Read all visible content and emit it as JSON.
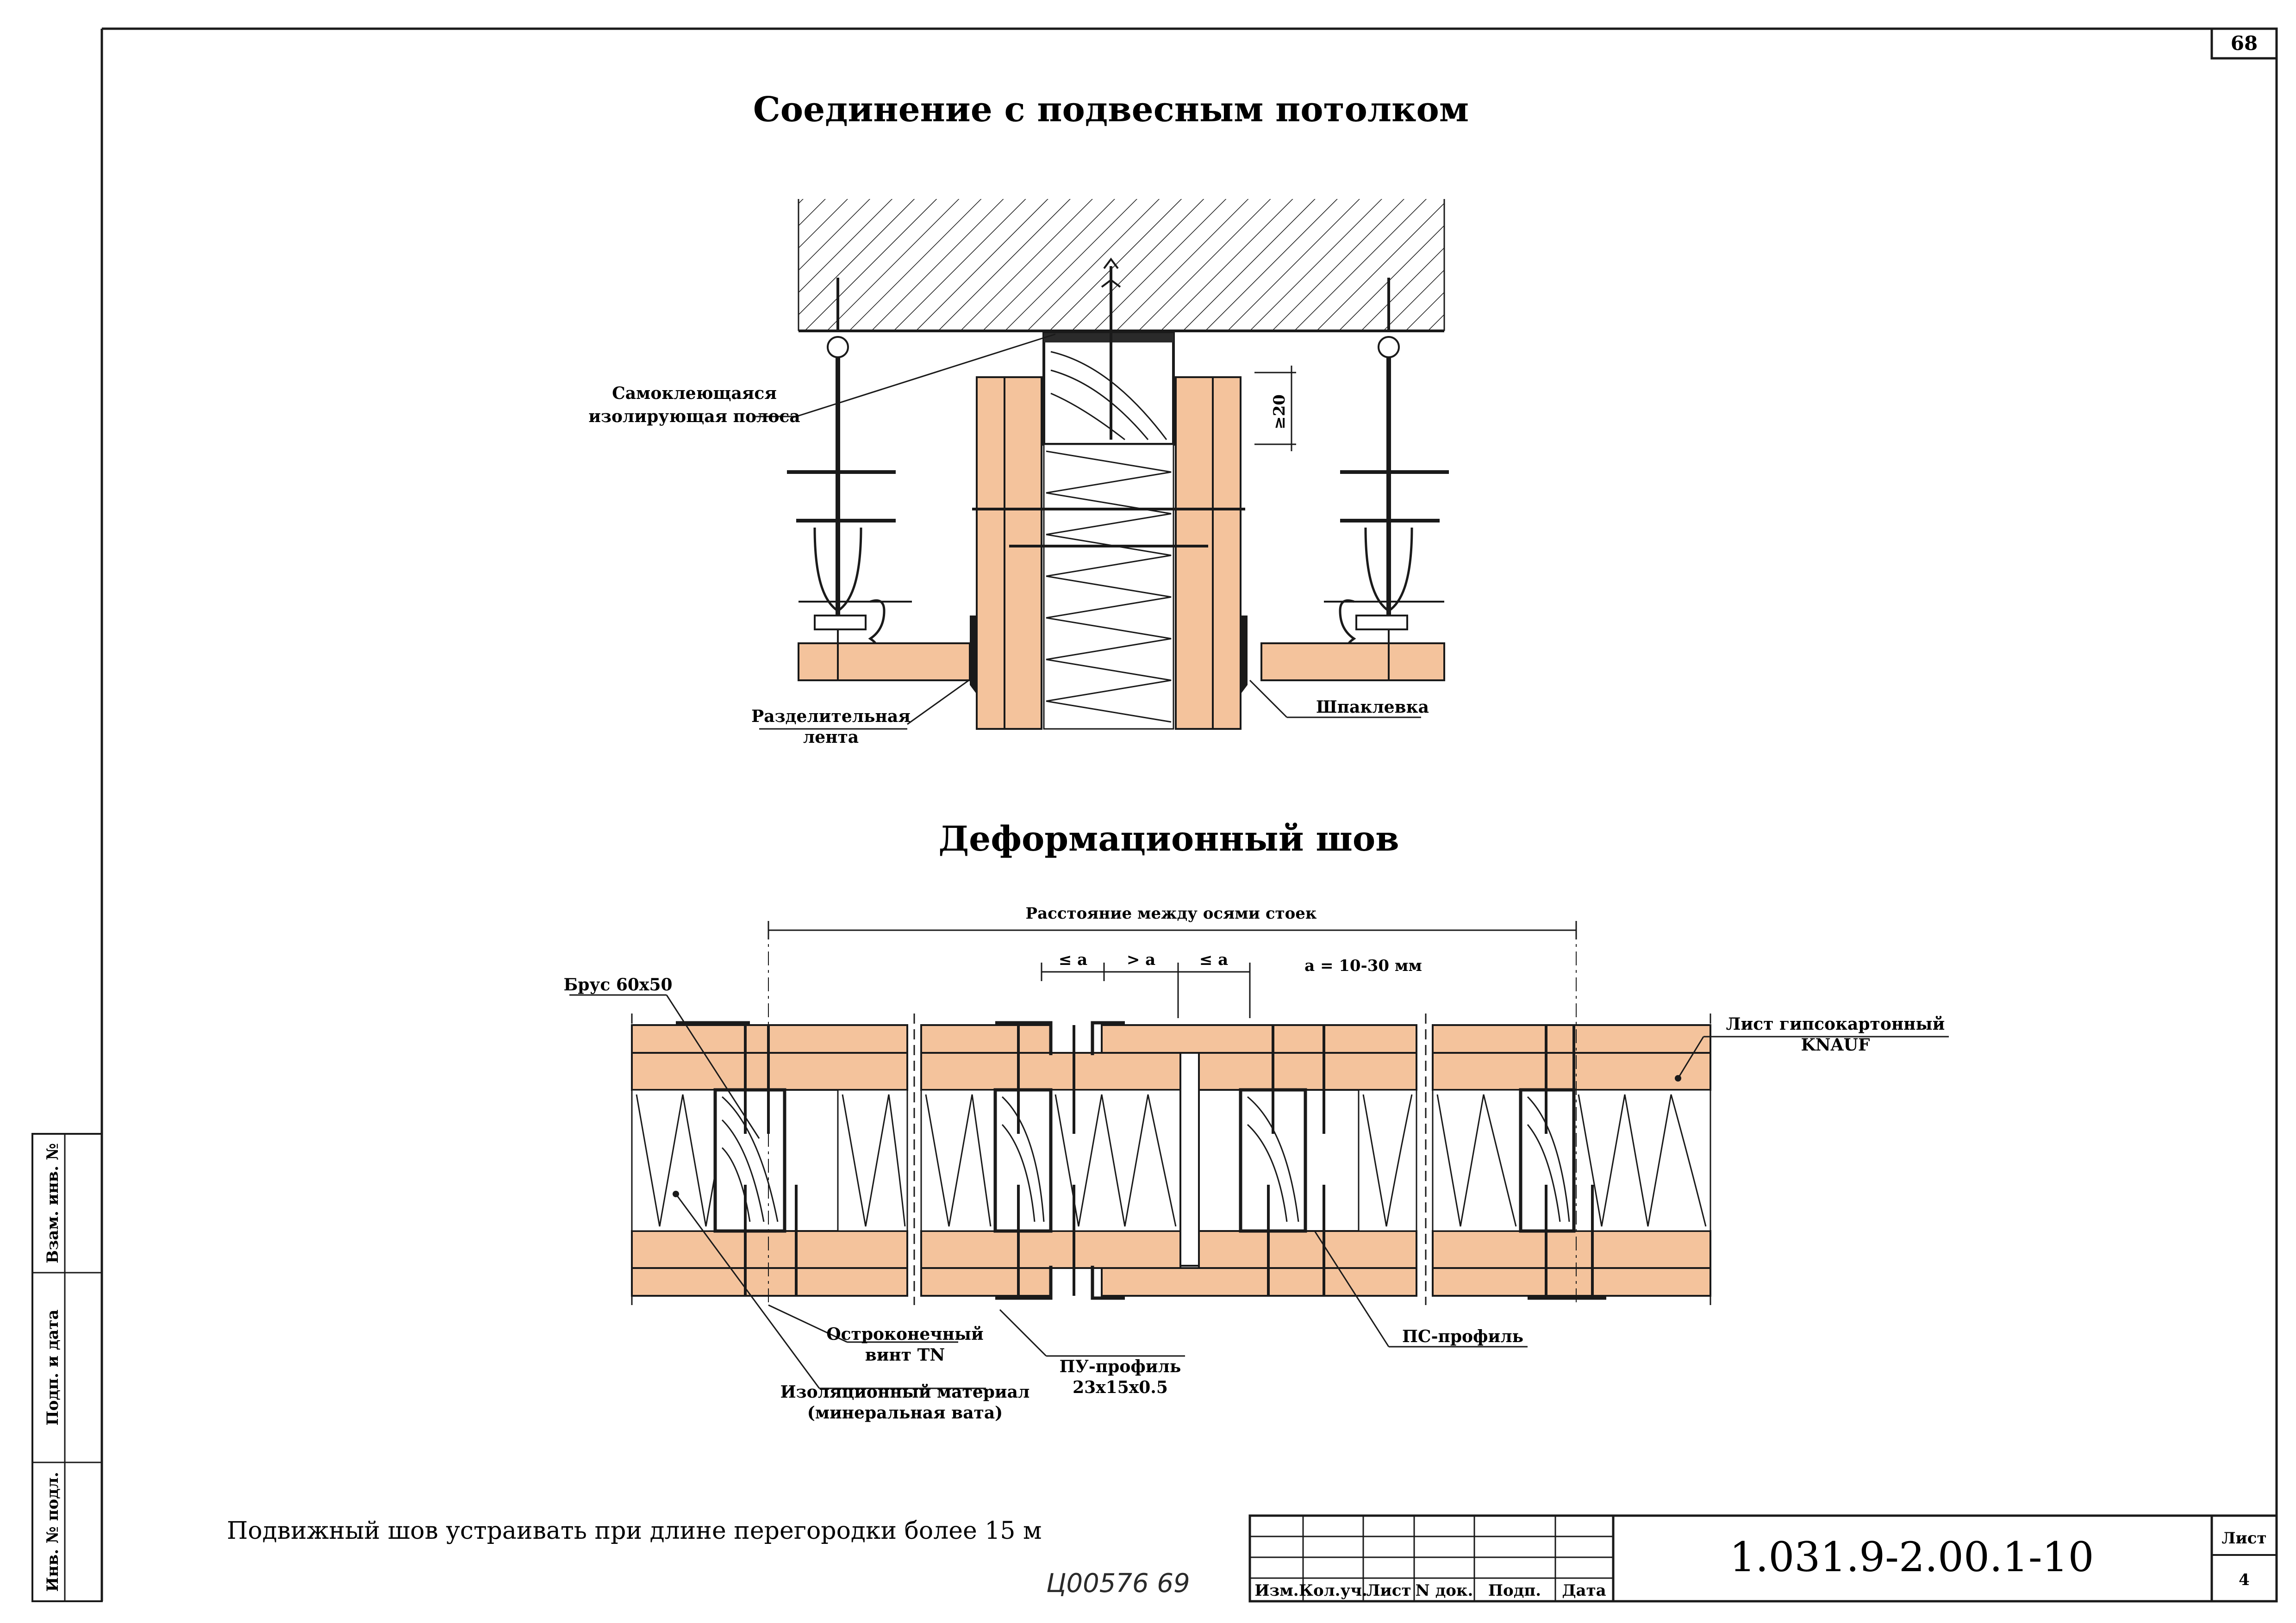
{
  "sheet": {
    "top_number": "68",
    "title_ceiling": "Соединение с подвесным потолком",
    "title_joint": "Деформационный шов"
  },
  "ceiling_labels": {
    "strip_line1": "Самоклеющаяся",
    "strip_line2": "изолирующая полоса",
    "tape_line1": "Разделительная",
    "tape_line2": "лента",
    "putty": "Шпаклевка",
    "dim_min": "≥20"
  },
  "joint_labels": {
    "axis_distance": "Расстояние между осями стоек",
    "gap_le_a_1": "≤ a",
    "gap_ge_a": "> a",
    "gap_le_a_2": "≤ a",
    "a_range": "a = 10-30 мм",
    "beam": "Брус 60х50",
    "board_line1": "Лист гипсокартонный",
    "board_line2": "KNAUF",
    "screw_line1": "Остроконечный",
    "screw_line2": "винт TN",
    "insulation_line1": "Изоляционный материал",
    "insulation_line2": "(минеральная вата)",
    "pu_line1": "ПУ-профиль",
    "pu_line2": "23х15х0.5",
    "ps": "ПС-профиль"
  },
  "note": "Подвижный шов устраивать при длине перегородки более 15 м",
  "handwritten": "Ц00576   69",
  "side_stamp": {
    "cell1": "Взам. инв. №",
    "cell2": "Подп. и дата",
    "cell3": "Инв. № подл."
  },
  "title_block": {
    "headers": [
      "Изм.",
      "Кол.уч.",
      "Лист",
      "N док.",
      "Подп.",
      "Дата"
    ],
    "doc_code": "1.031.9-2.00.1-10",
    "sheet_label": "Лист",
    "sheet_value": "4"
  },
  "colors": {
    "wood": "#f4c39c",
    "ink": "#1a1a1a"
  }
}
